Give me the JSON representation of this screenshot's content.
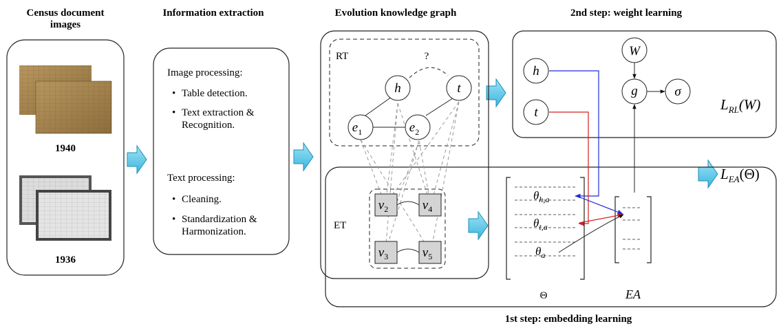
{
  "headers": {
    "census_line1": "Census document",
    "census_line2": "images",
    "extraction": "Information extraction",
    "ekg": "Evolution knowledge graph",
    "step2": "2nd step: weight learning",
    "step1": "1st step: embedding learning"
  },
  "census": {
    "year_top": "1940",
    "year_bottom": "1936"
  },
  "extraction": {
    "image_title": "Image processing:",
    "image_items": [
      "Table detection.",
      "Text extraction &",
      "Recognition."
    ],
    "text_title": "Text processing:",
    "text_items": [
      "Cleaning.",
      "Standardization &",
      "Harmonization."
    ]
  },
  "ekg": {
    "rt_label": "RT",
    "et_label": "ET",
    "question_mark": "?",
    "rt_nodes": {
      "h": "h",
      "t": "t",
      "e1": "e",
      "e1_sub": "1",
      "e2": "e",
      "e2_sub": "2"
    },
    "et_nodes": [
      {
        "base": "v",
        "sub": "2"
      },
      {
        "base": "v",
        "sub": "4"
      },
      {
        "base": "v",
        "sub": "3"
      },
      {
        "base": "v",
        "sub": "5"
      }
    ]
  },
  "weight_learning": {
    "h": "h",
    "t": "t",
    "W": "W",
    "g": "g",
    "sigma": "σ",
    "loss_base": "L",
    "loss_sub": "RL",
    "loss_arg": "(W)"
  },
  "embedding_learning": {
    "theta_h_base": "θ",
    "theta_h_sub": "h,a",
    "theta_t_base": "θ",
    "theta_t_sub": "t,a",
    "theta_a_base": "θ",
    "theta_a_sub": "a",
    "matrix_label": "Θ",
    "ea_label": "EA",
    "loss_base": "L",
    "loss_sub": "EA",
    "loss_arg": "(Θ)"
  },
  "colors": {
    "arrow_fill": "#5cc8e8",
    "blue_line": "#1f2bd6",
    "red_line": "#d61f1f",
    "node_gray": "#d4d4d4",
    "paper_old": "#a98a55",
    "paper_new": "#dedede"
  }
}
